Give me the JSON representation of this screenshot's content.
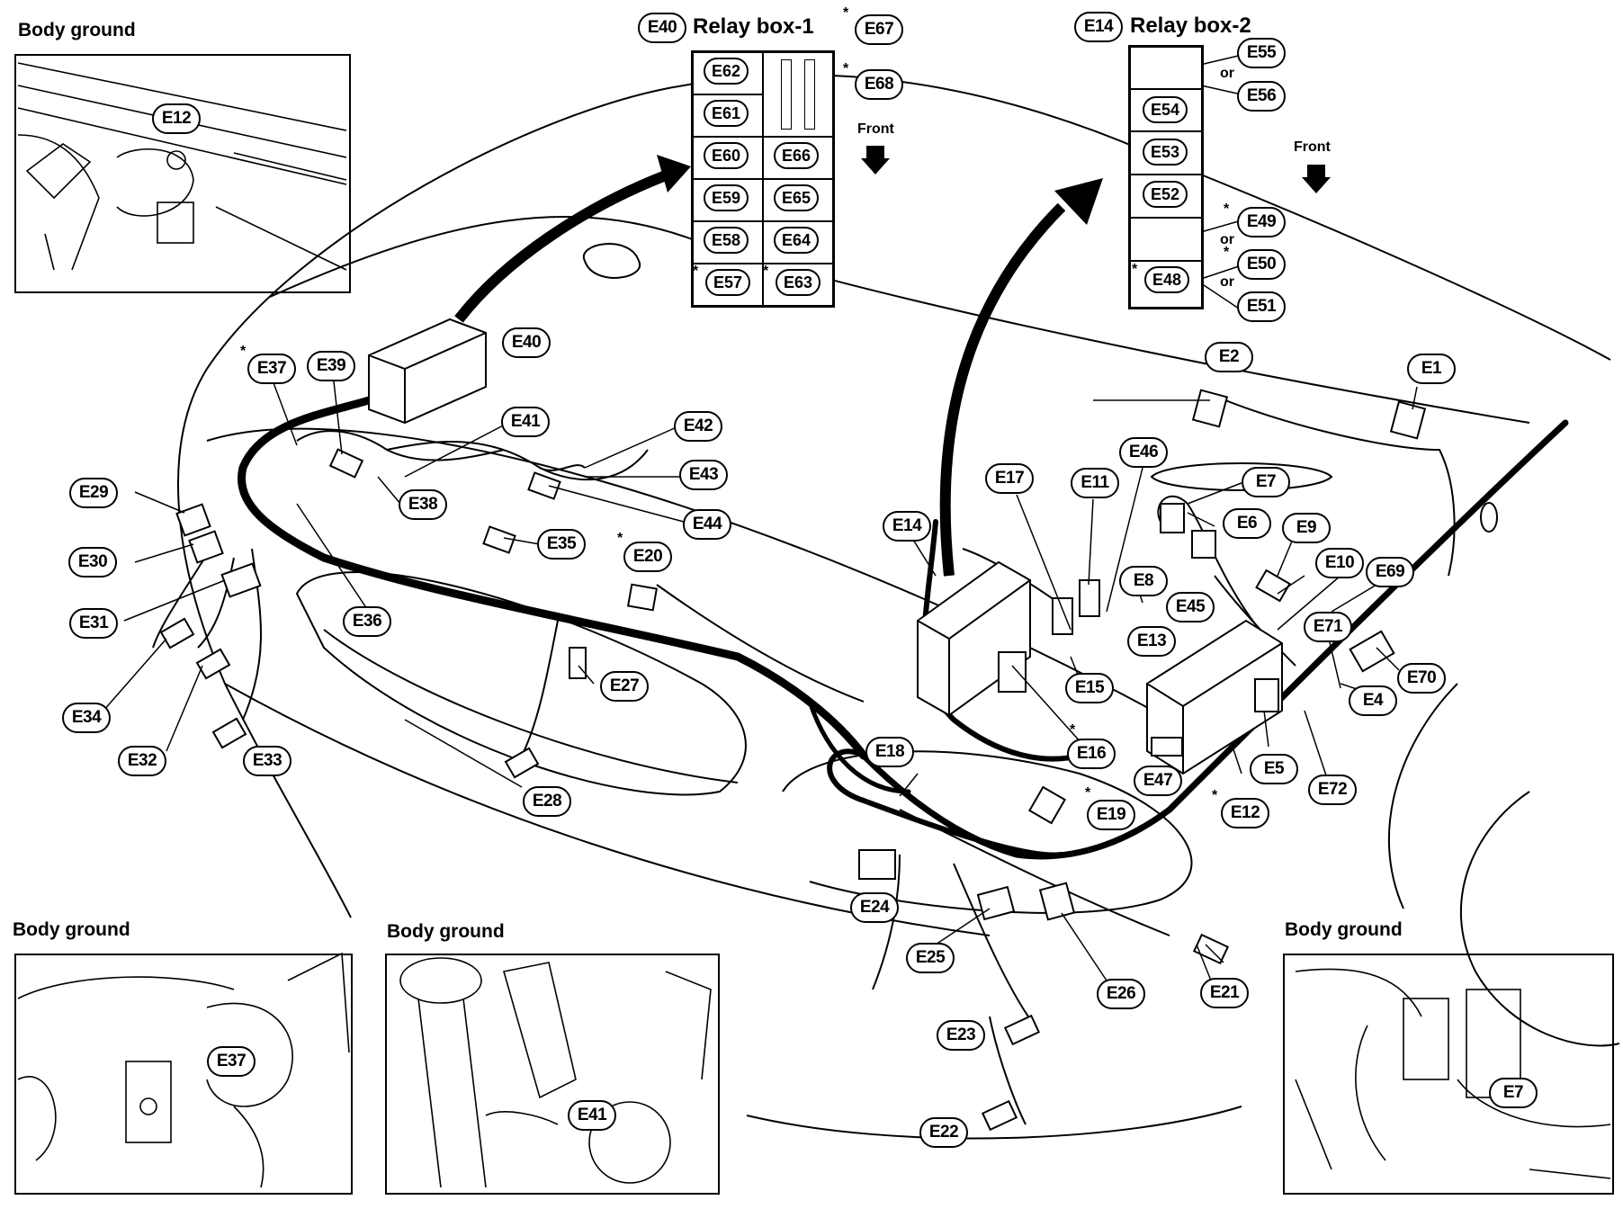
{
  "insets": {
    "top_left": {
      "title": "Body ground",
      "label": "E12"
    },
    "bottom_left": {
      "title": "Body ground",
      "label": "E37"
    },
    "bottom_mid": {
      "title": "Body ground",
      "label": "E41"
    },
    "bottom_right": {
      "title": "Body ground",
      "label": "E7"
    }
  },
  "relay_box_1": {
    "tag": "E40",
    "title": "Relay box-1",
    "left_col": [
      "E62",
      "E61",
      "E60",
      "E59",
      "E58",
      "E57"
    ],
    "right_col": [
      "E66",
      "E65",
      "E64",
      "E63"
    ],
    "side_labels": [
      "E67",
      "E68"
    ],
    "front_label": "Front",
    "asterisk": "*"
  },
  "relay_box_2": {
    "tag": "E14",
    "title": "Relay box-2",
    "col": [
      "E54",
      "E53",
      "E52",
      "E48"
    ],
    "side_labels": [
      "E55",
      "E56",
      "E49",
      "E50",
      "E51"
    ],
    "or_text": "or",
    "front_label": "Front",
    "asterisk": "*"
  },
  "connector_labels": {
    "E1": "E1",
    "E2": "E2",
    "E4": "E4",
    "E5": "E5",
    "E6": "E6",
    "E7": "E7",
    "E8": "E8",
    "E9": "E9",
    "E10": "E10",
    "E11": "E11",
    "E12": "E12",
    "E13": "E13",
    "E14": "E14",
    "E15": "E15",
    "E16": "E16",
    "E17": "E17",
    "E18": "E18",
    "E19": "E19",
    "E20": "E20",
    "E21": "E21",
    "E22": "E22",
    "E23": "E23",
    "E24": "E24",
    "E25": "E25",
    "E26": "E26",
    "E27": "E27",
    "E28": "E28",
    "E29": "E29",
    "E30": "E30",
    "E31": "E31",
    "E32": "E32",
    "E33": "E33",
    "E34": "E34",
    "E35": "E35",
    "E36": "E36",
    "E37": "E37",
    "E38": "E38",
    "E39": "E39",
    "E40": "E40",
    "E41": "E41",
    "E42": "E42",
    "E43": "E43",
    "E44": "E44",
    "E45": "E45",
    "E46": "E46",
    "E47": "E47",
    "E69": "E69",
    "E70": "E70",
    "E71": "E71",
    "E72": "E72"
  }
}
